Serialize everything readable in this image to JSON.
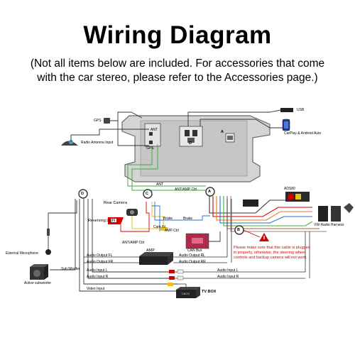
{
  "header": {
    "title": "Wiring Diagram",
    "subtitle_line1": "(Not all items below are included. For accessories that come",
    "subtitle_line2": "with the car stereo, please refer to the Accessories page.)"
  },
  "labels": {
    "gps1": "GPS",
    "ant_port": "ANT",
    "gps_port": "GPS",
    "radio_antenna_input": "Radio Antenna Input",
    "usb": "USB",
    "carplay": "CarPlay & Android Auto",
    "port_a_top": "A",
    "port_d_top": "D",
    "ant_wire": "ANT",
    "ant_amp_ctrl": "ANT/AMP Ctrl",
    "ads_80": "ADS80",
    "vw_harness": "VW Radio Harness",
    "rear_camera": "Rear Camera",
    "reversing_light": "Reversing Light",
    "cam_in": "Cam IN",
    "brake1": "Brake",
    "brake2": "Brake",
    "amp_ctrl": "AMP Ctrl",
    "ant_amp_ctrl2": "ANT/AMP Ctrl",
    "can_bus": "CAN Bus",
    "amp": "AMP",
    "external_microphone": "External Microphone",
    "active_subwoofer": "Active subwoofer",
    "sub_woofer": "Sub Woofer",
    "audio_out_fl": "Audio Output FL",
    "audio_out_fr": "Audio Output FR",
    "audio_out_rl": "Audio Output RL",
    "audio_out_rr": "Audio Output RR",
    "audio_in_l_left": "Audio Input L",
    "audio_in_r_left": "Audio Input R",
    "audio_in_l_right": "Audio Input L",
    "audio_in_r_right": "Audio Input R",
    "video_input": "Video Input",
    "tv_box": "TV BOX",
    "tvbox_brand": "T-BOX",
    "circle_a": "A",
    "circle_b": "B",
    "circle_c": "C",
    "circle_d": "D"
  },
  "warning": {
    "text": "Please make sure that this cable is plugged in properly, otherwise, the steering wheel controls and backup camera will not work."
  },
  "colors": {
    "warning_red": "#d60000",
    "ant_green": "#3fae3f",
    "cam_yellow": "#e8c21a",
    "wire_blue": "#2a6bd6",
    "unit_gray": "#cfcfcf"
  }
}
